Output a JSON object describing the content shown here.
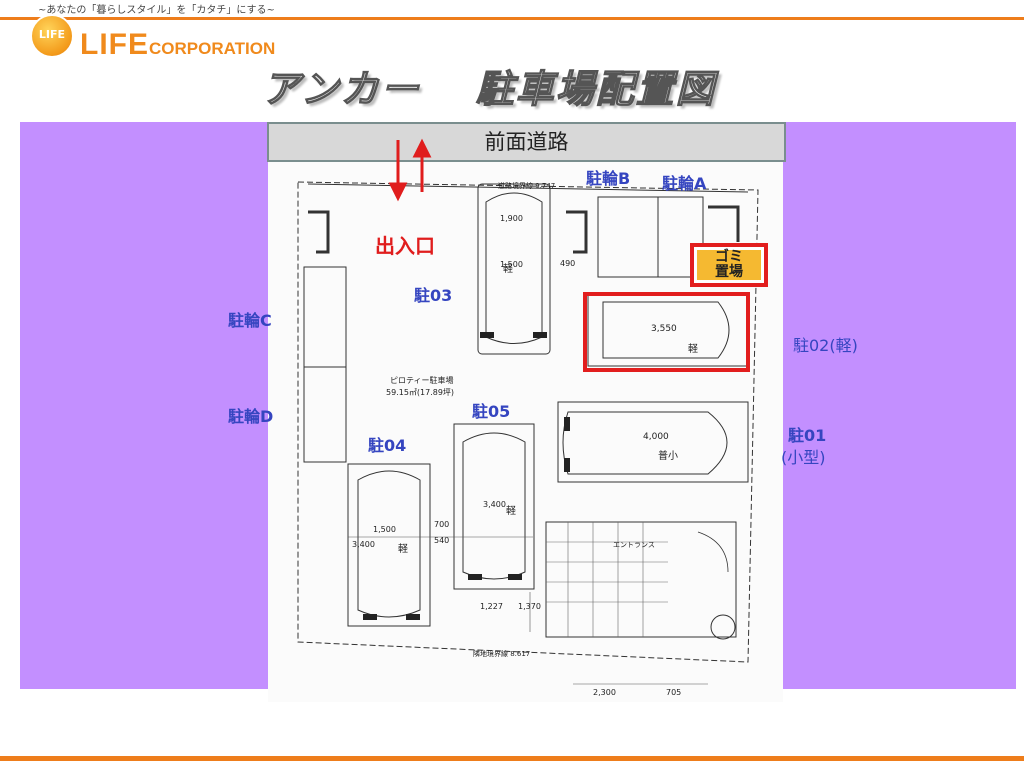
{
  "header": {
    "slogan": "~あなたの「暮らしスタイル」を「カタチ」にする~",
    "logo_badge": "LIFE",
    "logo_main": "LIFE",
    "logo_sub": "CORPORATION",
    "title": "アンカー　 駐車場配置図"
  },
  "plan": {
    "road": "前面道路",
    "entrance": "出入口",
    "parking": {
      "p01": "駐01",
      "p01_sub": "(小型)",
      "p02": "駐02(軽)",
      "p03": "駐03",
      "p04": "駐04",
      "p05": "駐05"
    },
    "bicycles": {
      "a": "駐輪A",
      "b": "駐輪B",
      "c": "駐輪C",
      "d": "駐輪D"
    },
    "garbage_line1": "ゴミ",
    "garbage_line2": "置場",
    "drawing_text": {
      "piloti": "ピロティー駐車場",
      "piloti_area": "59.15㎡(17.89坪)",
      "kei": "軽",
      "futsu": "普小",
      "dim_3550": "3,550",
      "dim_4000": "4,000",
      "dim_1500": "1,500",
      "dim_1900": "1,900",
      "dim_3400": "3,400",
      "dim_2300": "2,300",
      "dim_705": "705",
      "dim_1370": "1,370",
      "dim_1227": "1,227",
      "dim_700": "700",
      "dim_540": "540",
      "dim_490": "490",
      "entrance_hall": "エントランス",
      "road_boundary": "道路境界線 9.747",
      "site_boundary": "隣地境界線 8.617"
    }
  },
  "colors": {
    "accent_orange": "#ee7d1b",
    "purple_zone": "#c38fff",
    "highlight_red": "#e21e1e",
    "label_blue": "#3545c0",
    "garbage_fill": "#f5b931"
  }
}
